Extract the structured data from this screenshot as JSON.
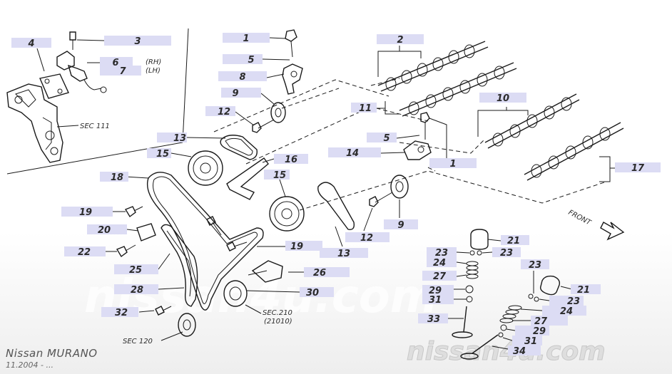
{
  "labels": {
    "n1": "1",
    "n2": "2",
    "n3": "3",
    "n4": "4",
    "n5": "5",
    "n6": "6",
    "n7": "7",
    "n8": "8",
    "n9": "9",
    "n10": "10",
    "n11": "11",
    "n12": "12",
    "n13": "13",
    "n14": "14",
    "n15": "15",
    "n16": "16",
    "n17": "17",
    "n18": "18",
    "n19": "19",
    "n20": "20",
    "n21": "21",
    "n22": "22",
    "n23": "23",
    "n24": "24",
    "n25": "25",
    "n26": "26",
    "n27": "27",
    "n28": "28",
    "n29": "29",
    "n30": "30",
    "n31": "31",
    "n32": "32",
    "n33": "33",
    "n34": "34"
  },
  "annotations": {
    "rh": "(RH)",
    "lh": "(LH)",
    "sec11": "SEC 111",
    "front": "FRONT",
    "sec210": "SEC.210",
    "code21010": "(21010)",
    "sec120": "SEC 120"
  },
  "watermark": {
    "center": "nissan4u.com",
    "corner": "nissan4u.com"
  },
  "footer": {
    "model": "Nissan MURANO",
    "date": "11.2004 - ..."
  },
  "colors": {
    "callout_fill": "#dcdcf4",
    "line": "#1a1a1a"
  }
}
